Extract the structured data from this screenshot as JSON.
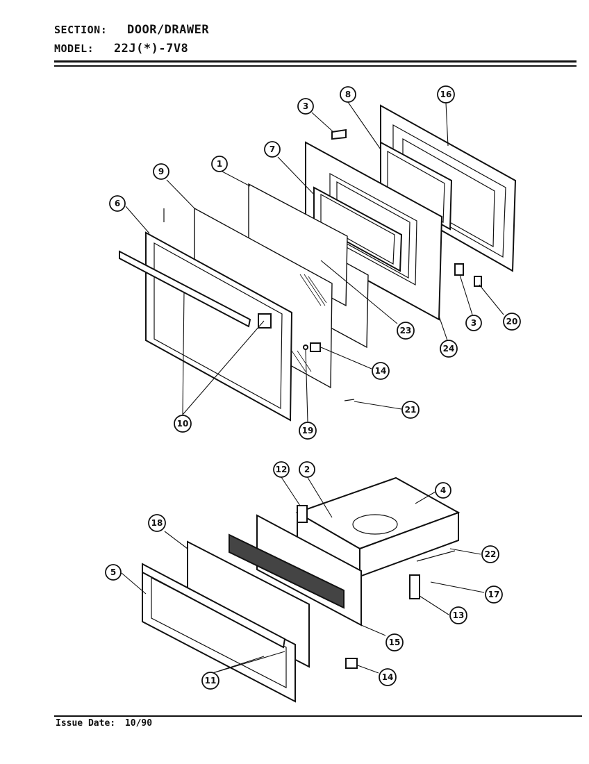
{
  "header": {
    "section_label": "SECTION:",
    "section_value": "DOOR/DRAWER",
    "model_label": "MODEL:",
    "model_value": "22J(*)-7V8"
  },
  "footer": {
    "issue_label": "Issue Date:",
    "issue_value": "10/90"
  },
  "callouts": {
    "c1": "1",
    "c2": "2",
    "c3a": "3",
    "c3b": "3",
    "c4": "4",
    "c5": "5",
    "c6": "6",
    "c7": "7",
    "c8": "8",
    "c9": "9",
    "c10": "10",
    "c11": "11",
    "c12": "12",
    "c13": "13",
    "c14a": "14",
    "c14b": "14",
    "c15": "15",
    "c16": "16",
    "c17": "17",
    "c18": "18",
    "c19": "19",
    "c20": "20",
    "c21": "21",
    "c22": "22",
    "c23": "23",
    "c24": "24"
  }
}
